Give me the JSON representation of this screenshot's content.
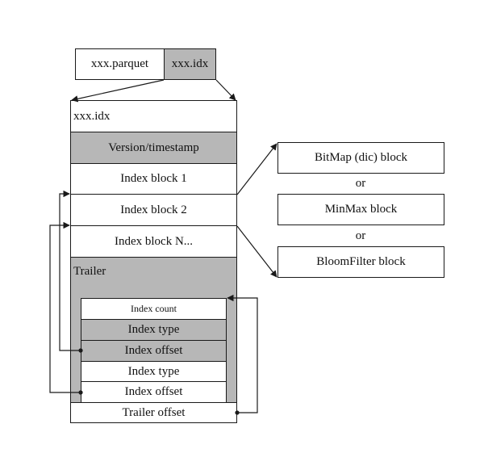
{
  "files": {
    "parquet": "xxx.parquet",
    "idx": "xxx.idx"
  },
  "idx_file": {
    "title": "xxx.idx",
    "version": "Version/timestamp",
    "index_block_1": "Index block 1",
    "index_block_2": "Index block 2",
    "index_block_n": "Index block N...",
    "trailer": "Trailer",
    "trailer_rows": {
      "index_count": "Index count",
      "index_type_1": "Index type",
      "index_offset_1": "Index offset",
      "index_type_2": "Index type",
      "index_offset_2": "Index offset"
    },
    "trailer_offset": "Trailer offset"
  },
  "block_types": {
    "bitmap": "BitMap (dic) block",
    "or_1": "or",
    "minmax": "MinMax block",
    "or_2": "or",
    "bloomfilter": "BloomFilter block"
  },
  "colors": {
    "fill_gray": "#b7b7b7",
    "stroke": "#1a1a1a",
    "background": "#ffffff"
  }
}
